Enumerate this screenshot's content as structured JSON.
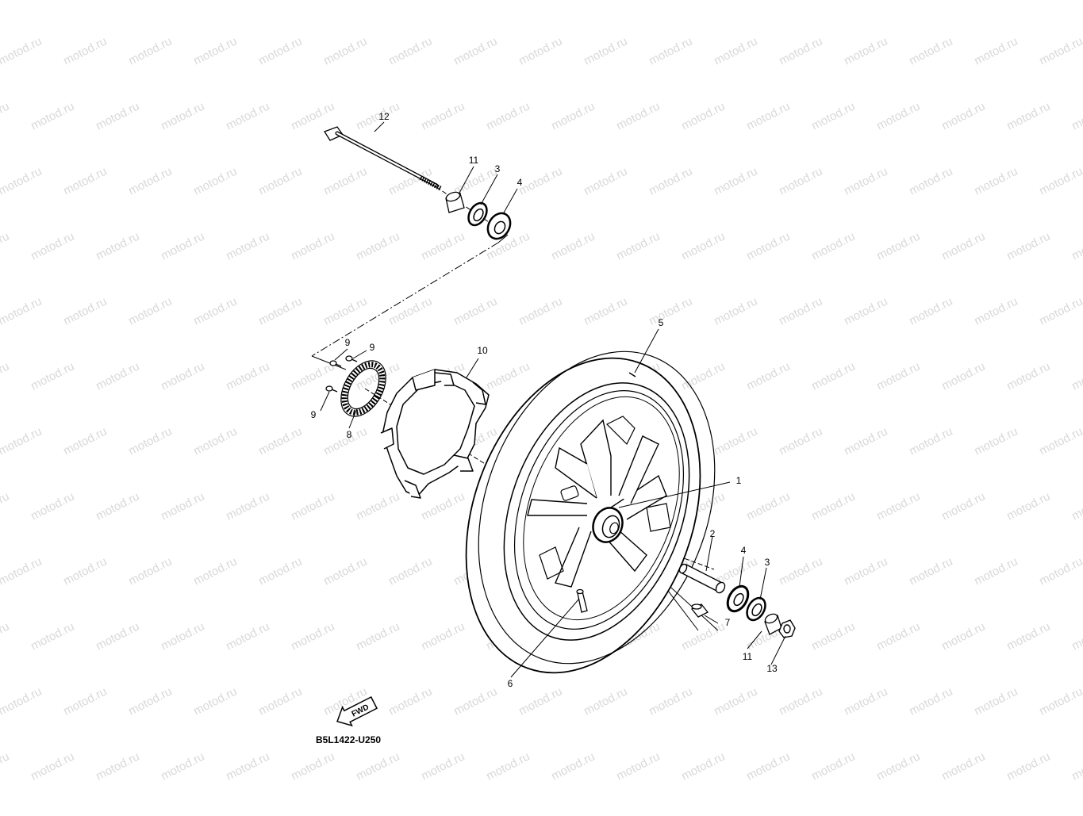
{
  "watermark": {
    "text": "motod.ru"
  },
  "diagram_code": "B5L1422-U250",
  "fwd_label": "FWD",
  "callouts": [
    {
      "id": "c12",
      "text": "12"
    },
    {
      "id": "c11a",
      "text": "11"
    },
    {
      "id": "c3a",
      "text": "3"
    },
    {
      "id": "c4a",
      "text": "4"
    },
    {
      "id": "c5",
      "text": "5"
    },
    {
      "id": "c9a",
      "text": "9"
    },
    {
      "id": "c9b",
      "text": "9"
    },
    {
      "id": "c9c",
      "text": "9"
    },
    {
      "id": "c10",
      "text": "10"
    },
    {
      "id": "c8",
      "text": "8"
    },
    {
      "id": "c1",
      "text": "1"
    },
    {
      "id": "c2",
      "text": "2"
    },
    {
      "id": "c4b",
      "text": "4"
    },
    {
      "id": "c3b",
      "text": "3"
    },
    {
      "id": "c7",
      "text": "7"
    },
    {
      "id": "c11b",
      "text": "11"
    },
    {
      "id": "c13",
      "text": "13"
    },
    {
      "id": "c6",
      "text": "6"
    }
  ]
}
